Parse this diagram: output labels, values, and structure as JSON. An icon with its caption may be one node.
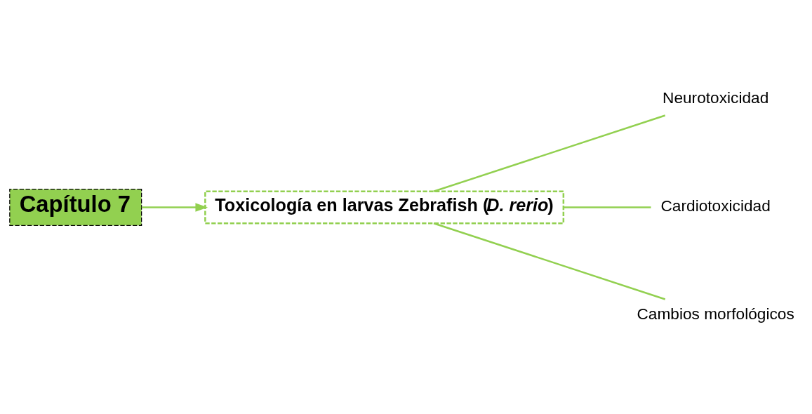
{
  "diagram": {
    "nodes": [
      {
        "text": [
          "Capítulo 7"
        ]
      },
      {
        "text": [
          "Toxicología en larvas Zebrafish (*D. rerio*)"
        ]
      },
      {
        "text": [
          "Neurotoxicidad"
        ]
      },
      {
        "text": [
          "Cardiotoxicidad"
        ]
      },
      {
        "text": [
          "Cambios morfológicos"
        ]
      }
    ],
    "edges": [
      {
        "from": 0,
        "to": 1,
        "arrow": "to"
      },
      {
        "from": 1,
        "to": 2,
        "arrow": "none"
      },
      {
        "from": 1,
        "to": 3,
        "arrow": "none"
      },
      {
        "from": 1,
        "to": 4,
        "arrow": "none"
      }
    ]
  }
}
